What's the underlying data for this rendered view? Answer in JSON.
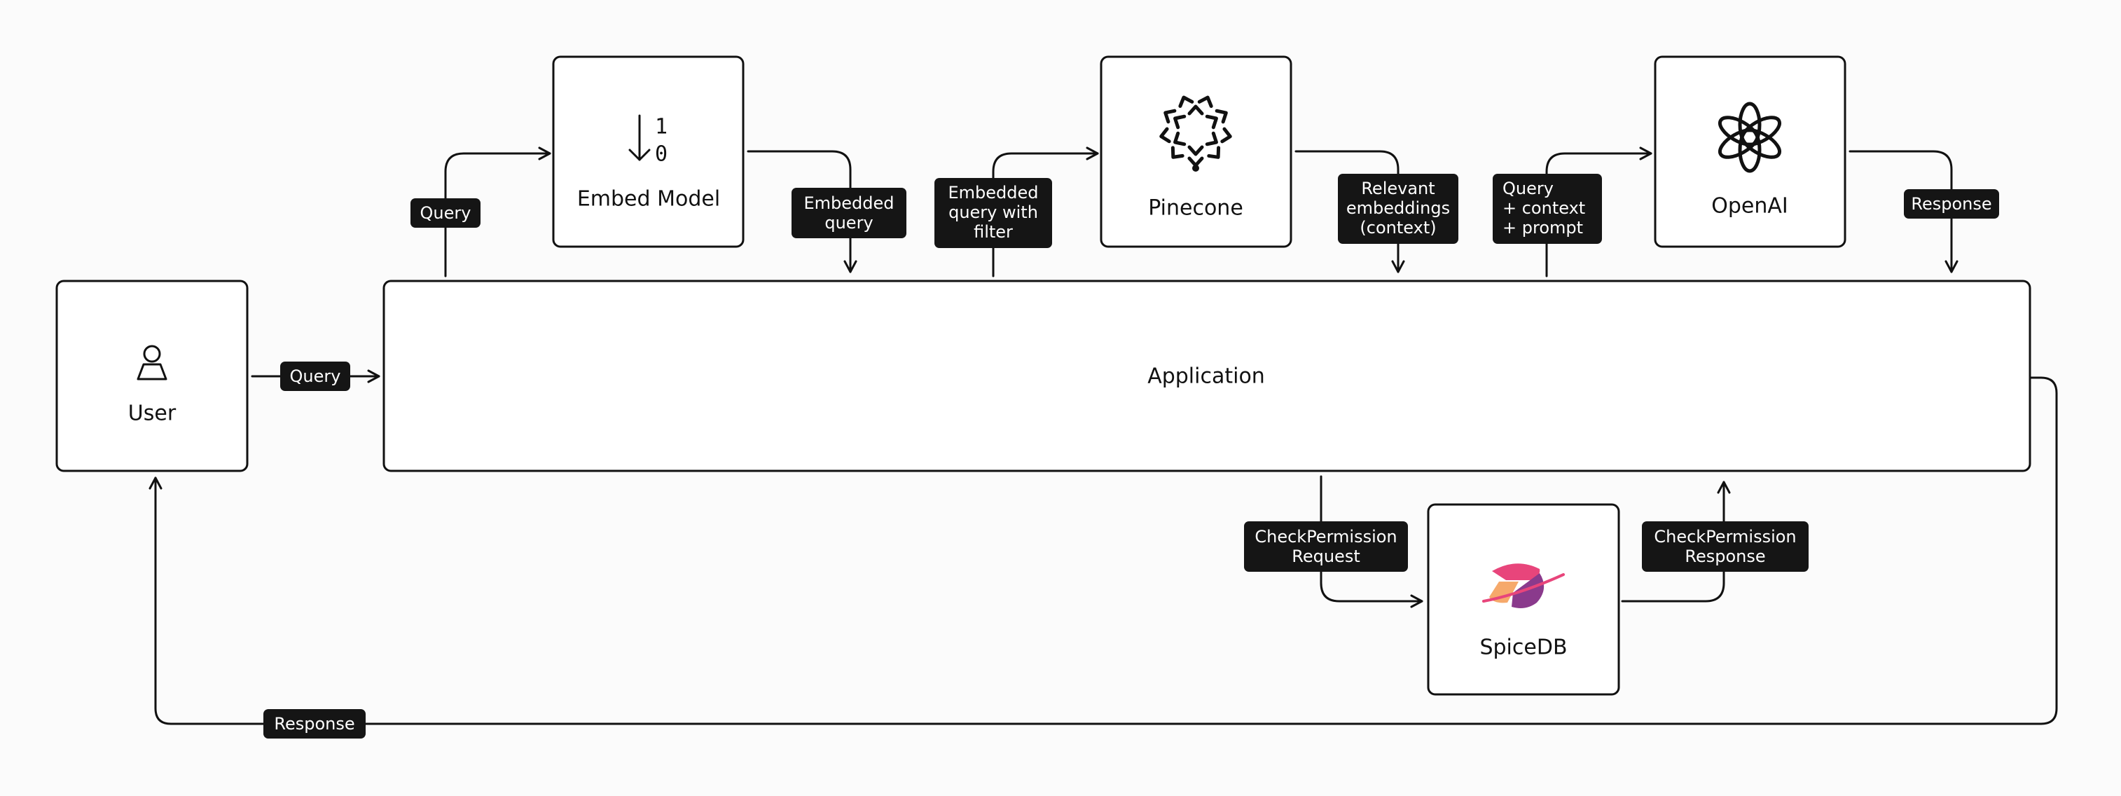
{
  "nodes": {
    "user": "User",
    "embed_model": "Embed Model",
    "pinecone": "Pinecone",
    "openai": "OpenAI",
    "application": "Application",
    "spicedb": "SpiceDB"
  },
  "embed_icon": {
    "top": "1",
    "bottom": "0"
  },
  "edges": {
    "user_to_app": "Query",
    "app_to_embed": "Query",
    "embed_to_app": [
      "Embedded",
      "query"
    ],
    "app_to_pinecone": [
      "Embedded",
      "query with",
      "filter"
    ],
    "pinecone_to_app": [
      "Relevant",
      "embeddings",
      "(context)"
    ],
    "app_to_openai": [
      "Query",
      "+ context",
      "+ prompt"
    ],
    "openai_to_app": "Response",
    "app_to_spicedb": [
      "CheckPermission",
      "Request"
    ],
    "spicedb_to_app": [
      "CheckPermission",
      "Response"
    ],
    "app_to_user": "Response"
  },
  "colors": {
    "line": "#111111",
    "pill": "#151515",
    "background": "#fbfbfb",
    "spicedb_pink": "#e8457b",
    "spicedb_purple": "#8a3a8c",
    "spicedb_orange": "#f6a96b"
  },
  "icons": {
    "user": "user-icon",
    "embed": "embedding-icon",
    "pinecone": "pinecone-logo-icon",
    "openai": "openai-logo-icon",
    "spicedb": "spicedb-logo-icon"
  }
}
